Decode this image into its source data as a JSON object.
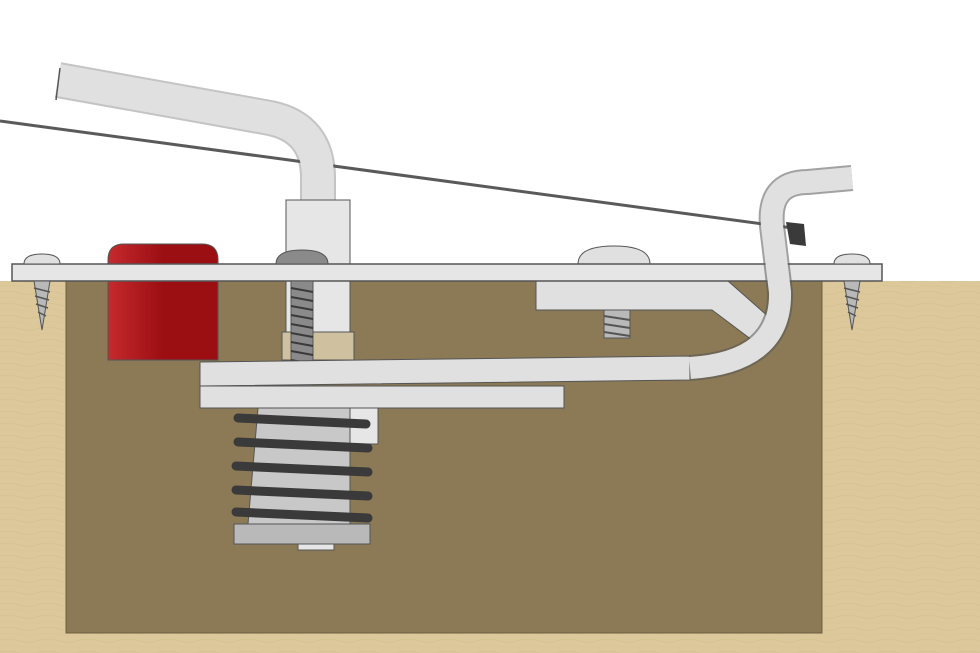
{
  "diagram": {
    "colors": {
      "background": "#ffffff",
      "wood": "#dcc89a",
      "wood_grain": "#cfb886",
      "cavity": "#8c7a56",
      "cavity_edge": "#6e5f41",
      "plate": "#e6e6e6",
      "plate_outline": "#555555",
      "metal_light": "#e0e0e0",
      "metal_mid": "#b9b9b9",
      "metal_dark": "#8a8a8a",
      "spring_coil": "#3a3a3a",
      "spring_core": "#c8c8c8",
      "string": "#5a5a5a",
      "stop_block": "#9b0e12",
      "stop_block_light": "#c52a2e",
      "brass_nut": "#cfc1a0"
    },
    "components": [
      "body-wood",
      "route-cavity",
      "top-plate",
      "left-wood-screw",
      "right-wood-screw",
      "stop-block",
      "tremolo-arm",
      "arm-sleeve",
      "adjustment-screw",
      "upper-bar",
      "lower-bar",
      "compression-spring",
      "spring-base-plate",
      "pan-head-screw",
      "bracket",
      "hook-arm",
      "string",
      "string-anchor"
    ]
  }
}
